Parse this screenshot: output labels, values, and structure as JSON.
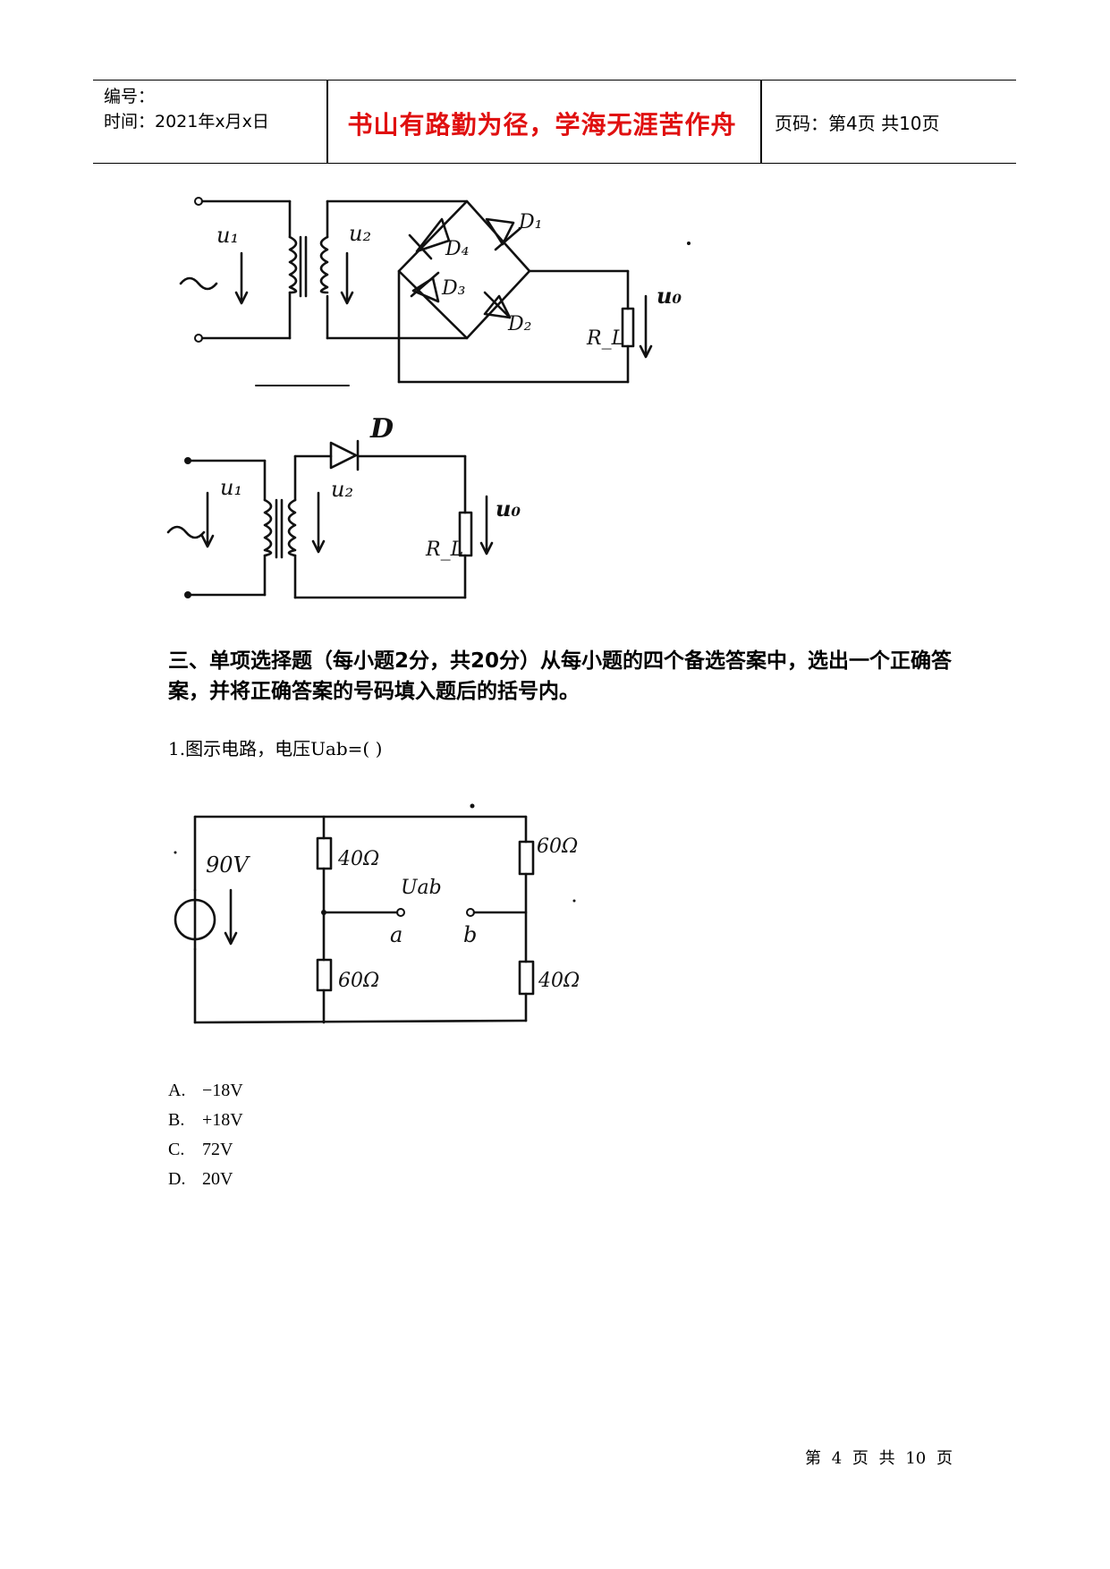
{
  "header": {
    "number_label": "编号：",
    "time_label": "时间：2021年x月x日",
    "motto": "书山有路勤为径，学海无涯苦作舟",
    "page_label": "页码：第4页 共10页"
  },
  "figure1": {
    "u1": "u₁",
    "u2": "u₂",
    "d1": "D₁",
    "d2": "D₂",
    "d3": "D₃",
    "d4": "D₄",
    "rl": "R_L",
    "uo": "u₀"
  },
  "figure2": {
    "d": "D",
    "u1": "u₁",
    "u2": "u₂",
    "rl": "R_L",
    "uo": "u₀"
  },
  "section": {
    "title": "三、单项选择题（每小题2分，共20分）从每小题的四个备选答案中，选出一个正确答案，并将正确答案的号码填入题后的括号内。"
  },
  "question1": {
    "stem": "1.图示电路，电压Uab=( )",
    "circuit": {
      "source": "90V",
      "r_top_left": "40Ω",
      "r_bottom_left": "60Ω",
      "r_top_right": "60Ω",
      "r_bottom_right": "40Ω",
      "uab": "Uab",
      "node_a": "a",
      "node_b": "b"
    },
    "options": [
      {
        "letter": "A.",
        "text": "−18V"
      },
      {
        "letter": "B.",
        "text": "+18V"
      },
      {
        "letter": "C.",
        "text": "72V"
      },
      {
        "letter": "D.",
        "text": "20V"
      }
    ]
  },
  "footer": {
    "page": "第 4 页 共 10 页"
  }
}
